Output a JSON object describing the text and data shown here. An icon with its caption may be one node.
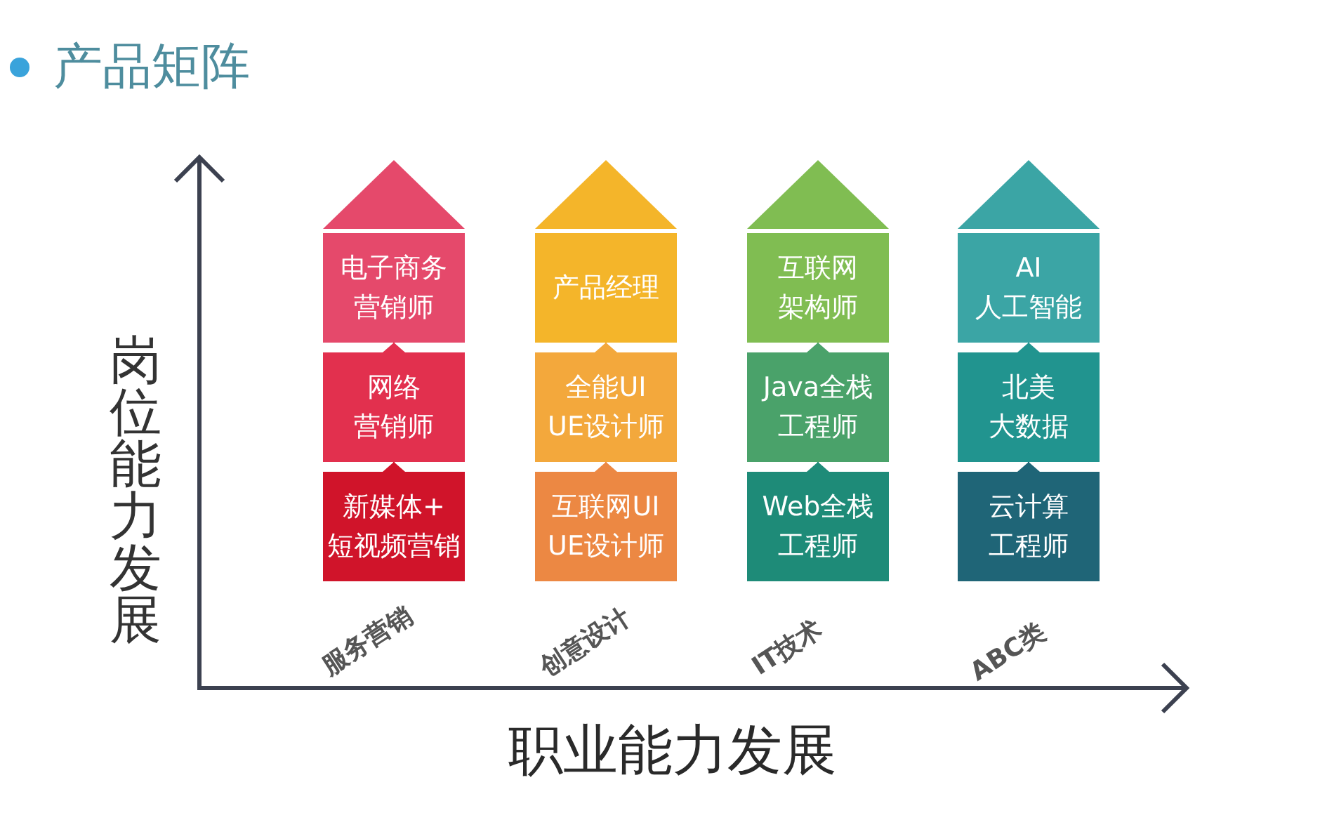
{
  "diagram": {
    "title": "产品矩阵",
    "nodes": [
      {
        "text": [
          "电子商务营销师"
        ]
      },
      {
        "text": [
          "网络营销师"
        ]
      },
      {
        "text": [
          "新媒体+短视频营销"
        ]
      },
      {
        "text": [
          "产品经理"
        ]
      },
      {
        "text": [
          "全能UI UE设计师"
        ]
      },
      {
        "text": [
          "互联网UI UE设计师"
        ]
      },
      {
        "text": [
          "互联网架构师"
        ]
      },
      {
        "text": [
          "Java全栈工程师"
        ]
      },
      {
        "text": [
          "Web全栈工程师"
        ]
      },
      {
        "text": [
          "AI 人工智能"
        ]
      },
      {
        "text": [
          "北美大数据"
        ]
      },
      {
        "text": [
          "云计算工程师"
        ]
      }
    ],
    "edges": [
      {
        "from": 1,
        "to": 0,
        "arrow": "to",
        "color": "#e2304e"
      },
      {
        "from": 2,
        "to": 1,
        "arrow": "to",
        "color": "#d0142a"
      },
      {
        "from": 4,
        "to": 3,
        "arrow": "to",
        "color": "#f3a83c"
      },
      {
        "from": 5,
        "to": 4,
        "arrow": "to",
        "color": "#ec8843"
      },
      {
        "from": 7,
        "to": 6,
        "arrow": "to",
        "color": "#4aa26a"
      },
      {
        "from": 8,
        "to": 7,
        "arrow": "to",
        "color": "#1e8b78"
      },
      {
        "from": 10,
        "to": 9,
        "arrow": "to",
        "color": "#21948f"
      },
      {
        "from": 11,
        "to": 10,
        "arrow": "to",
        "color": "#1f6577"
      }
    ],
    "labels": [
      "岗位能力发展",
      "服务营销",
      "创意设计",
      "IT技术",
      "ABC类",
      "职业能力发展"
    ]
  }
}
